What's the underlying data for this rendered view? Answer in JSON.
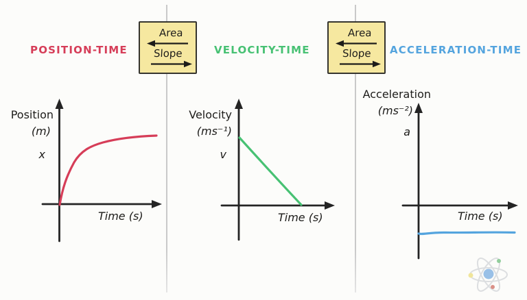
{
  "colors": {
    "position": "#d63d58",
    "velocity": "#47c173",
    "acceleration": "#54a4de",
    "axis": "#242424",
    "note_background": "#f6e8a0",
    "note_border": "#35342e",
    "divider": "#c9c9c9"
  },
  "sections": [
    {
      "title": "POSITION-TIME"
    },
    {
      "title": "VELOCITY-TIME"
    },
    {
      "title": "ACCELERATION-TIME"
    }
  ],
  "notes": [
    {
      "area_label": "Area",
      "slope_label": "Slope"
    },
    {
      "area_label": "Area",
      "slope_label": "Slope"
    }
  ],
  "graphs": [
    {
      "ylabel": "Position",
      "yunit": "(m)",
      "ysymbol": "x",
      "xlabel": "Time (s)"
    },
    {
      "ylabel": "Velocity",
      "yunit": "(ms⁻¹)",
      "ysymbol": "v",
      "xlabel": "Time (s)"
    },
    {
      "ylabel": "Acceleration",
      "yunit": "(ms⁻²)",
      "ysymbol": "a",
      "xlabel": "Time (s)"
    }
  ],
  "chart_data": [
    {
      "type": "line",
      "title": "POSITION-TIME",
      "xlabel": "Time (s)",
      "ylabel": "Position (m)",
      "grid": false,
      "axes_numeric": false,
      "series": [
        {
          "name": "x",
          "color": "#d63d58",
          "description": "Concave-down increasing curve starting at the origin and flattening out (square-root-like growth)",
          "x_norm": [
            0,
            0.06,
            0.11,
            0.16,
            0.26,
            0.38,
            0.55,
            0.74,
            1.0
          ],
          "y_norm": [
            0,
            0.27,
            0.48,
            0.66,
            0.79,
            0.87,
            0.93,
            0.98,
            1.0
          ]
        }
      ]
    },
    {
      "type": "line",
      "title": "VELOCITY-TIME",
      "xlabel": "Time (s)",
      "ylabel": "Velocity (ms⁻¹)",
      "grid": false,
      "axes_numeric": false,
      "series": [
        {
          "name": "v",
          "color": "#47c173",
          "description": "Straight line decreasing from positive value v at t=0 down to zero on the time axis",
          "x_norm": [
            0,
            0.64
          ],
          "y_norm": [
            1,
            0
          ]
        }
      ]
    },
    {
      "type": "line",
      "title": "ACCELERATION-TIME",
      "xlabel": "Time (s)",
      "ylabel": "Acceleration (ms⁻²)",
      "grid": false,
      "axes_numeric": false,
      "series": [
        {
          "name": "a",
          "color": "#54a4de",
          "description": "Horizontal line at a constant negative value, drawn below the time axis",
          "x_norm": [
            0,
            1
          ],
          "y_norm": [
            -0.27,
            -0.27
          ]
        }
      ]
    }
  ],
  "logo": {
    "name": "atom-logo",
    "nucleus_color": "#4a90d9",
    "electron_colors": [
      "#3aa84f",
      "#c0392b",
      "#e8d44d"
    ],
    "orbit_color": "#c3c7cc"
  }
}
